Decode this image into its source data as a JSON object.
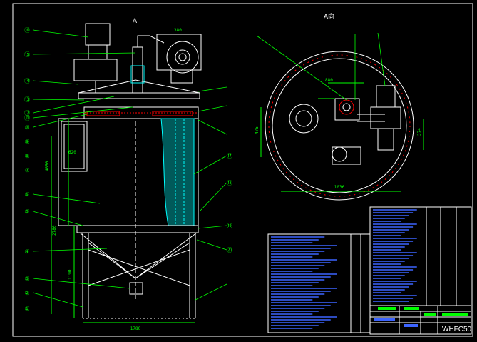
{
  "drawing": {
    "view_label_front": "A",
    "view_label_side": "A向",
    "drawing_code": "WHFC50",
    "dimensions": {
      "overall_width": "1780",
      "height_lower": "1190",
      "height_mid": "2780",
      "height_total": "4850",
      "duct_width": "380",
      "opening": "620",
      "side_width": "1036",
      "side_offset": "880",
      "side_height": "475",
      "side_right": "374"
    },
    "callouts_left": [
      "⑯",
      "⑮",
      "⑭",
      "⑬",
      "⑫",
      "⑪",
      "⑩",
      "⑨",
      "⑧",
      "⑦",
      "⑥",
      "⑤",
      "④",
      "③",
      "②",
      "①"
    ],
    "callouts_right": [
      "⑰",
      "⑱",
      "⑲",
      "⑳"
    ],
    "colors": {
      "background": "#000000",
      "frame": "#ffffff",
      "outline": "#ffffff",
      "dimension": "#00ff00",
      "leader": "#00ff00",
      "filter_fill": "#00c8c8",
      "bag": "#00ffff",
      "accent": "#ff0000",
      "parts_text_blue": "#3c64ff",
      "parts_text_green": "#00ff00"
    }
  }
}
